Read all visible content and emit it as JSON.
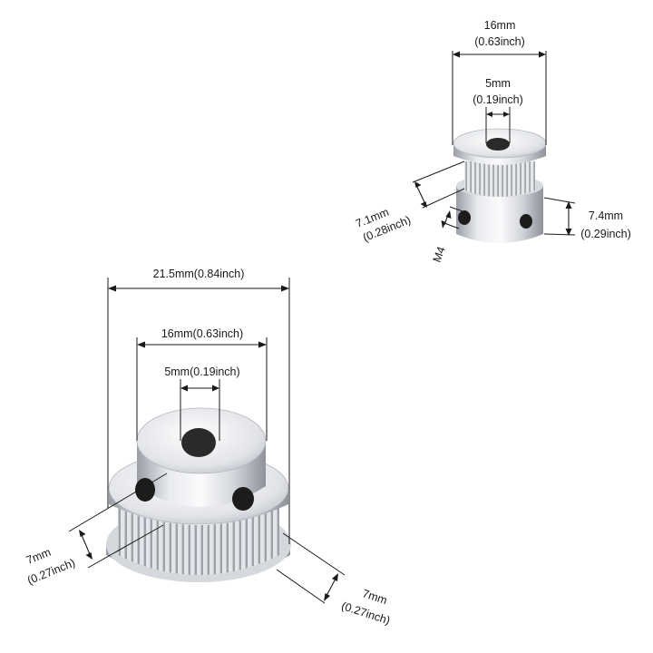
{
  "colors": {
    "aluminum_light": "#f4f5f7",
    "aluminum_mid": "#c9ccd2",
    "aluminum_dark": "#8d9199",
    "bore": "#2a2a2a",
    "screw": "#1c1c1c",
    "line": "#1a1a1a"
  },
  "small_pulley": {
    "width_16": {
      "line1": "16mm",
      "line2": "(0.63inch)"
    },
    "bore_5": {
      "line1": "5mm",
      "line2": "(0.19inch)"
    },
    "belt_width": {
      "line1": "7.1mm",
      "line2": "(0.28inch)"
    },
    "hub_height": {
      "line1": "7.4mm",
      "line2": "(0.29inch)"
    },
    "set_screw": "M4"
  },
  "large_pulley": {
    "outer_dia": "21.5mm(0.84inch)",
    "hub_dia": "16mm(0.63inch)",
    "bore": "5mm(0.19inch)",
    "hub_len": {
      "line1": "7mm",
      "line2": "(0.27inch)"
    },
    "teeth_len": {
      "line1": "7mm",
      "line2": "(0.27inch)"
    }
  }
}
